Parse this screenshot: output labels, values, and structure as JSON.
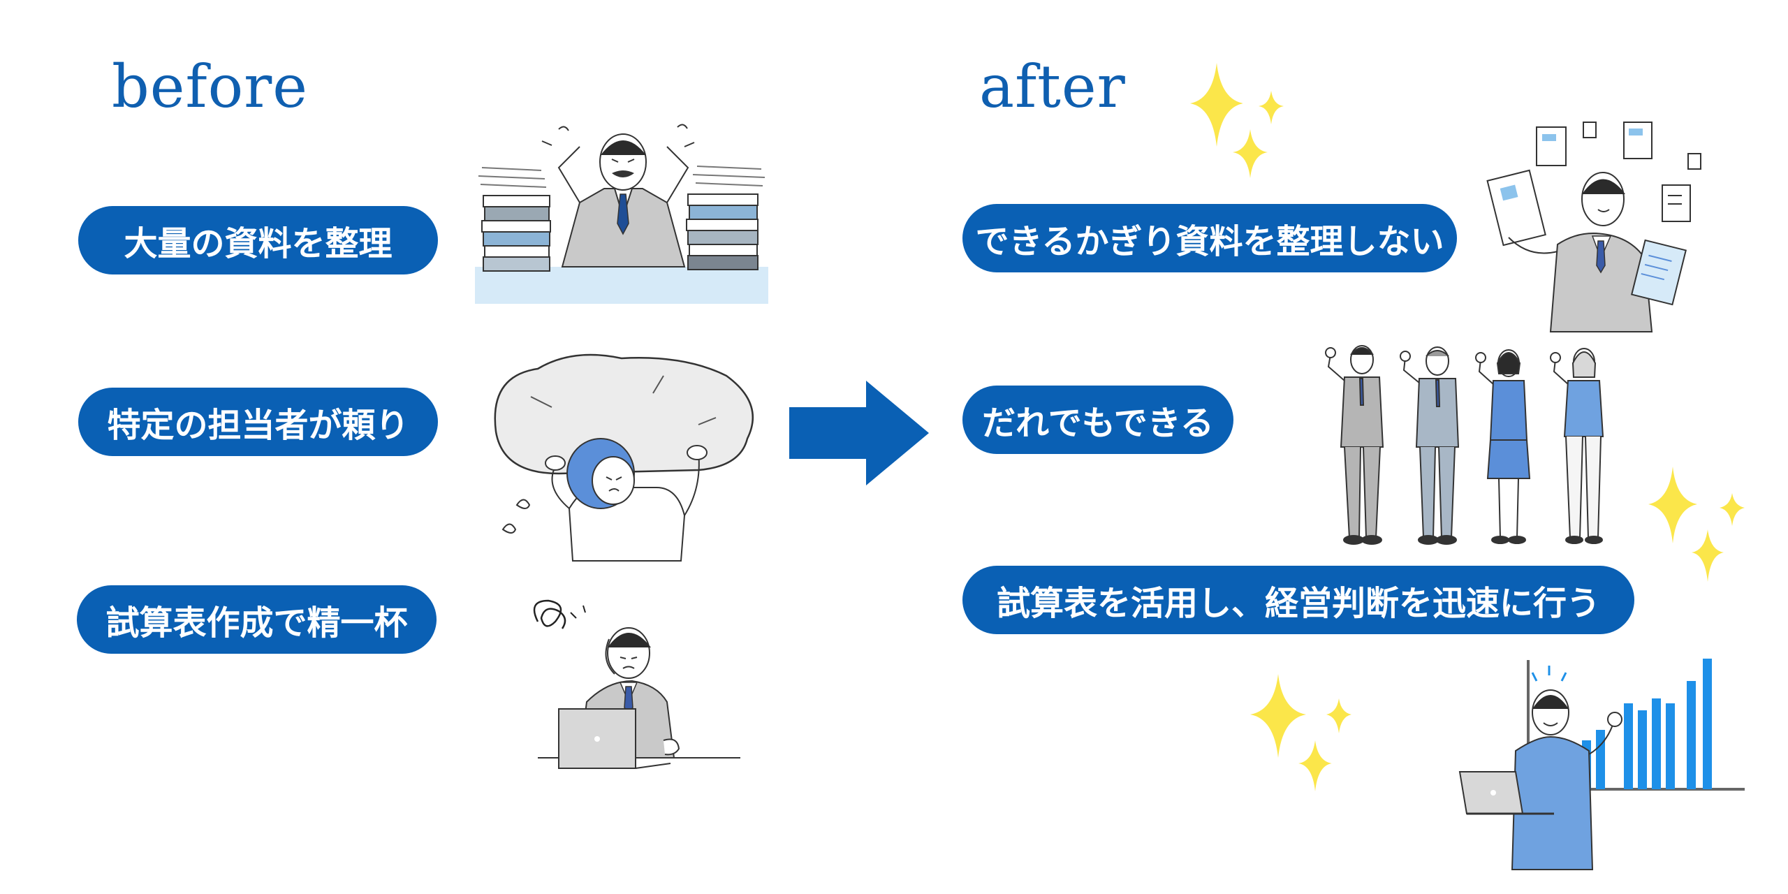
{
  "before": {
    "heading": "before",
    "items": [
      {
        "label": "大量の資料を整理"
      },
      {
        "label": "特定の担当者が頼り"
      },
      {
        "label": "試算表作成で精一杯"
      }
    ]
  },
  "after": {
    "heading": "after",
    "items": [
      {
        "label": "できるかぎり資料を整理しない"
      },
      {
        "label": "だれでもできる"
      },
      {
        "label": "試算表を活用し、経営判断を迅速に行う"
      }
    ]
  },
  "colors": {
    "primary": "#0a60b4",
    "sparkle": "#fbe64a",
    "suit": "#c9c9c9",
    "light_blue": "#d6eaf8",
    "chart_bar": "#1e90e8"
  },
  "icons": [
    "right-arrow-icon",
    "sparkle-icon"
  ]
}
